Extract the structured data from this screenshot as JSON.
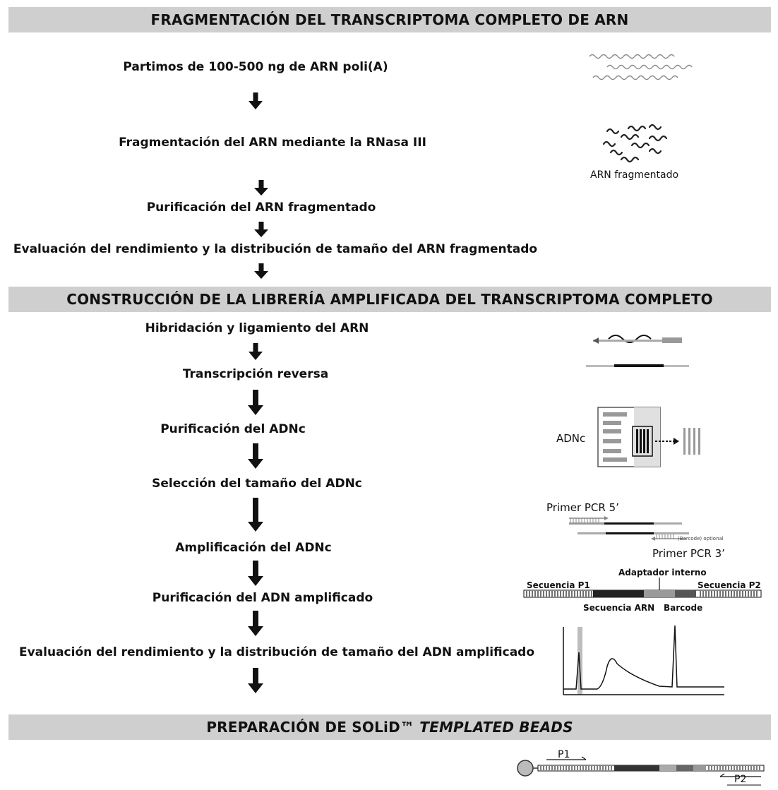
{
  "sections": [
    {
      "title": "FRAGMENTACIÓN DEL TRANSCRIPTOMA COMPLETO DE ARN"
    },
    {
      "title": "CONSTRUCCIÓN DE LA LIBRERÍA AMPLIFICADA DEL TRANSCRIPTOMA COMPLETO"
    },
    {
      "title_plain": "PREPARACIÓN DE SOLiD™ ",
      "title_italic": "TEMPLATED BEADS"
    }
  ],
  "steps1": [
    "Partimos de 100-500 ng de ARN poli(A)",
    "Fragmentación del ARN mediante la RNasa III",
    "Purificación del ARN fragmentado",
    "Evaluación del rendimiento y la distribución de tamaño del ARN fragmentado"
  ],
  "steps2": [
    "Hibridación y ligamiento del ARN",
    "Transcripción reversa",
    "Purificación del ADNc",
    "Selección del tamaño del ADNc",
    "Amplificación del ADNc",
    "Purificación del ADN amplificado",
    "Evaluación del rendimiento y la distribución de tamaño del ADN amplificado"
  ],
  "labels": {
    "arn_fragmentado": "ARN fragmentado",
    "adnc": "ADNc",
    "primer_5": "Primer PCR 5’",
    "primer_3": "Primer PCR 3’",
    "barcode_optional": "(Barcode) optional",
    "adaptador": "Adaptador interno",
    "secuencia_p1": "Secuencia P1",
    "secuencia_p2": "Secuencia P2",
    "secuencia_arn": "Secuencia ARN",
    "barcode": "Barcode",
    "p1": "P1",
    "p2": "P2"
  }
}
